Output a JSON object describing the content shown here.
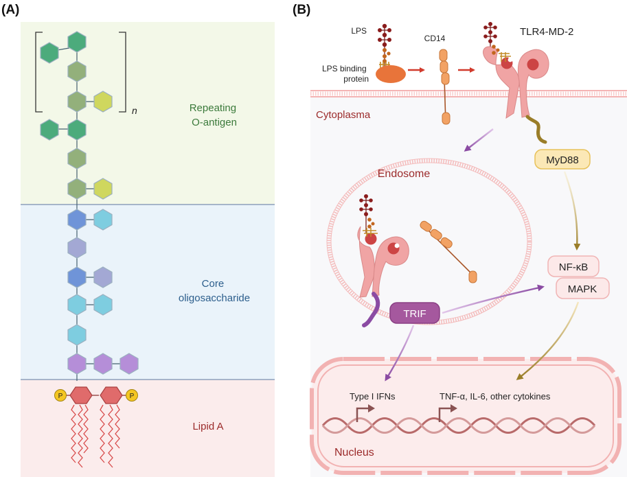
{
  "panel_a": {
    "label": "(A)",
    "repeat_subscript": "n",
    "regions": {
      "o_antigen": [
        "Repeating",
        "O-antigen"
      ],
      "core": [
        "Core",
        "oligosaccharide"
      ],
      "lipid_a": "Lipid A"
    },
    "phosphate": "P"
  },
  "panel_b": {
    "label": "(B)",
    "lps": "LPS",
    "lbp": [
      "LPS binding",
      "protein"
    ],
    "cd14": "CD14",
    "tlr4": "TLR4-MD-2",
    "cytoplasma": "Cytoplasma",
    "endosome": "Endosome",
    "myd88": "MyD88",
    "nfkb": "NF-κB",
    "mapk": "MAPK",
    "trif": "TRIF",
    "type_i_ifns": "Type I IFNs",
    "cytokines": "TNF-α, IL-6, other cytokines",
    "nucleus": "Nucleus"
  },
  "colors": {
    "o_antigen_bg": "#f3f8e8",
    "core_bg": "#eaf3fa",
    "lipid_bg": "#fbecec",
    "dark_green_sugar": "#4cab7c",
    "olive_sugar": "#93b07b",
    "yellow_sugar": "#cfd75e",
    "blue_sugar": "#6f94d8",
    "cyan_sugar": "#7ecde0",
    "lavender_sugar": "#a3a8d4",
    "purple_sugar": "#b58ed8",
    "lipid_hex": "#e06b6b",
    "phosphate": "#f4c623",
    "green_text": "#3b7a3b",
    "blue_text": "#2c5e8c",
    "red_text": "#9b2a2a",
    "red_arrow": "#d13a2c",
    "purple_arrow": "#8b4ba3",
    "olive_arrow": "#9a7d28",
    "receptor": "#f0a4a4",
    "md2_ball": "#cc4444",
    "cd14": "#f2a264",
    "lbp": "#e8743a",
    "myd88_fill": "#fbe8b6",
    "trif_fill": "#a5589e"
  }
}
